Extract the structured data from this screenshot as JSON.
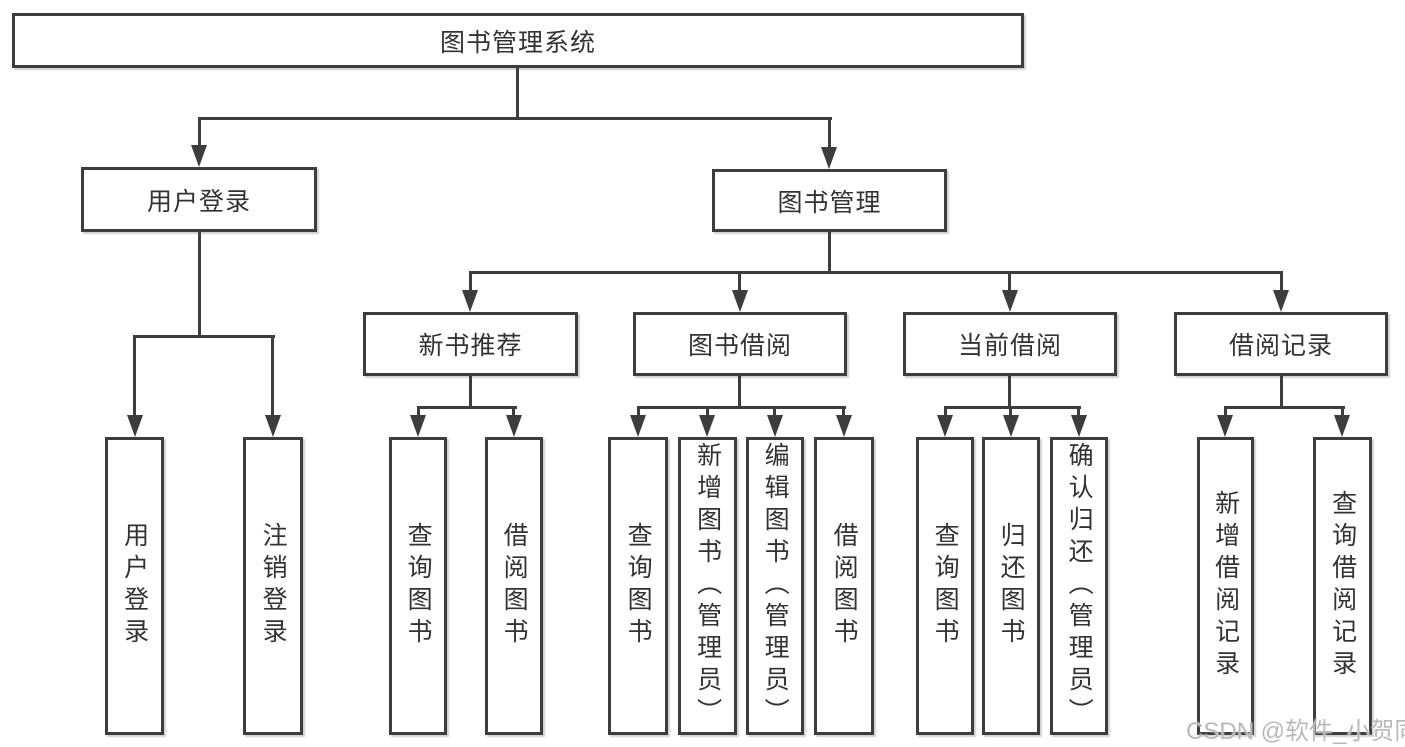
{
  "tree": {
    "root": {
      "label": "图书管理系统"
    },
    "user_login": {
      "label": "用户登录",
      "children": [
        {
          "label": "用户登录"
        },
        {
          "label": "注销登录"
        }
      ]
    },
    "book_mgmt": {
      "label": "图书管理",
      "children": [
        {
          "label": "新书推荐",
          "children": [
            {
              "label": "查询图书"
            },
            {
              "label": "借阅图书"
            }
          ]
        },
        {
          "label": "图书借阅",
          "children": [
            {
              "label": "查询图书"
            },
            {
              "label": "新增图书（管理员）"
            },
            {
              "label": "编辑图书（管理员）"
            },
            {
              "label": "借阅图书"
            }
          ]
        },
        {
          "label": "当前借阅",
          "children": [
            {
              "label": "查询图书"
            },
            {
              "label": "归还图书"
            },
            {
              "label": "确认归还（管理员）"
            }
          ]
        },
        {
          "label": "借阅记录",
          "children": [
            {
              "label": "新增借阅记录"
            },
            {
              "label": "查询借阅记录"
            }
          ]
        }
      ]
    }
  },
  "watermark": {
    "text": "CSDN @软件_小贺同学",
    "color": "#b9b9b9"
  },
  "colors": {
    "line": "#3d3d3d",
    "text": "#333333",
    "background": "#ffffff"
  }
}
